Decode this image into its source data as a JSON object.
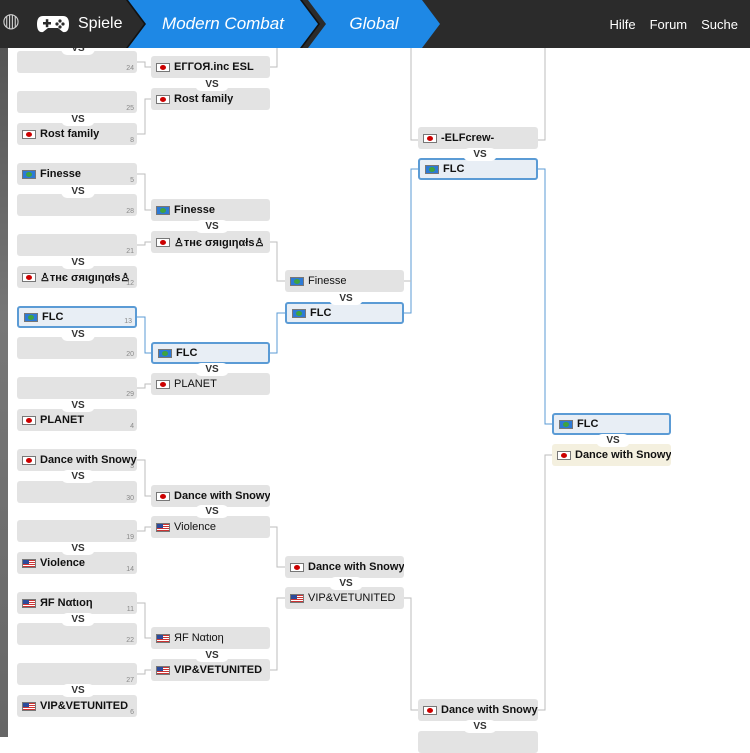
{
  "header": {
    "games_label": "Spiele",
    "breadcrumbs": [
      "Modern Combat",
      "Global"
    ],
    "nav_links": [
      "Hilfe",
      "Forum",
      "Suche"
    ],
    "accent_color": "#1e88e5"
  },
  "bracket": {
    "vs_label": "VS",
    "round1": [
      {
        "name": "",
        "flag": "",
        "seed": "24"
      },
      {
        "name": "",
        "flag": "",
        "seed": "25"
      },
      {
        "name": "Rost family",
        "flag": "jp",
        "seed": "8"
      },
      {
        "name": "Finesse",
        "flag": "eu",
        "seed": "5"
      },
      {
        "name": "",
        "flag": "",
        "seed": "28"
      },
      {
        "name": "",
        "flag": "",
        "seed": "21"
      },
      {
        "name": "♙тнє σяιgιηαłѕ♙",
        "flag": "jp",
        "seed": "12"
      },
      {
        "name": "FLC",
        "flag": "eu",
        "seed": "13",
        "selected": true
      },
      {
        "name": "",
        "flag": "",
        "seed": "20"
      },
      {
        "name": "",
        "flag": "",
        "seed": "29"
      },
      {
        "name": "PLANET",
        "flag": "jp",
        "seed": "4"
      },
      {
        "name": "Dance with Snowy",
        "flag": "jp",
        "seed": "3"
      },
      {
        "name": "",
        "flag": "",
        "seed": "30"
      },
      {
        "name": "",
        "flag": "",
        "seed": "19"
      },
      {
        "name": "Violence",
        "flag": "us",
        "seed": "14"
      },
      {
        "name": "ЯF Nαtιoη",
        "flag": "us",
        "seed": "11"
      },
      {
        "name": "",
        "flag": "",
        "seed": "22"
      },
      {
        "name": "",
        "flag": "",
        "seed": "27"
      },
      {
        "name": "VIP&VETUNITED",
        "flag": "us",
        "seed": "6"
      }
    ],
    "round2": [
      {
        "name": "EГГOЯ.inc ESL",
        "flag": "jp"
      },
      {
        "name": "Rost family",
        "flag": "jp"
      },
      {
        "name": "Finesse",
        "flag": "eu"
      },
      {
        "name": "♙тнє σяιgιηαłѕ♙",
        "flag": "jp"
      },
      {
        "name": "FLC",
        "flag": "eu",
        "selected": true
      },
      {
        "name": "PLANET",
        "flag": "jp"
      },
      {
        "name": "Dance with Snowy",
        "flag": "jp"
      },
      {
        "name": "Violence",
        "flag": "us"
      },
      {
        "name": "ЯF Nαtιoη",
        "flag": "us"
      },
      {
        "name": "VIP&VETUNITED",
        "flag": "us"
      }
    ],
    "round3": [
      {
        "name": "Finesse",
        "flag": "eu"
      },
      {
        "name": "FLC",
        "flag": "eu",
        "selected": true
      },
      {
        "name": "Dance with Snowy",
        "flag": "jp"
      },
      {
        "name": "VIP&VETUNITED",
        "flag": "us"
      }
    ],
    "round4": [
      {
        "name": "-ELFcrew-",
        "flag": "jp"
      },
      {
        "name": "FLC",
        "flag": "eu",
        "selected": true
      },
      {
        "name": "Dance with Snowy",
        "flag": "jp"
      },
      {
        "name": "",
        "flag": ""
      }
    ],
    "round5": [
      {
        "name": "FLC",
        "flag": "eu",
        "selected": true
      },
      {
        "name": "Dance with Snowy",
        "flag": "jp",
        "winner_style": true
      }
    ]
  }
}
